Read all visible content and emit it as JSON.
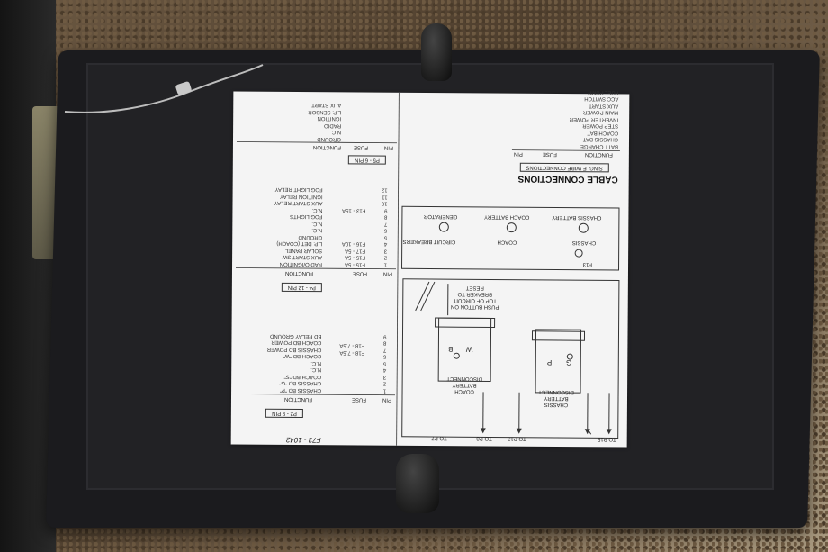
{
  "sheet": {
    "part_number": "F73 - 1042",
    "p2": {
      "title": "P2 - 9 PIN",
      "headers": {
        "pin": "PIN",
        "fuse": "FUSE",
        "function": "FUNCTION"
      },
      "pins": "1\n2\n3\n4\n5\n6\n7\n8\n9",
      "fuses": "F18 - 7.5A\nF18 - 7.5A",
      "functions": "CHASSIS BD \"P\"\nCHASSIS BD \"G\"\nCOACH BD \"S\"\nN.C.\nN.C.\nCOACH BD \"W\"\nCHASSIS BD POWER\nCOACH BD POWER\nBD RELAY GROUND"
    },
    "p4": {
      "title": "P4 - 12 PIN",
      "headers": {
        "pin": "PIN",
        "fuse": "FUSE",
        "function": "FUNCTION"
      },
      "pins": "1\n2\n3\n4\n5\n6\n7\n8\n9\n10\n11\n12",
      "fuses": "F15 - 5A\nF15 - 5A\nF17 - 5A\nF16 - 10A\n\n\n\n\nF13 - 15A",
      "functions": "RADIO/IGNITION\nAUX START SW\nSOLAR PANEL\nL.P. DET (COACH)\nGROUND\nN.C.\nN.C.\nFOG LIGHTS\nN.C.\nAUX START RELAY\nIGNITION RELAY\nFOG LIGHT RELAY"
    },
    "p5": {
      "title": "P5 - 6 PIN",
      "headers": {
        "pin": "PIN",
        "fuse": "FUSE",
        "function": "FUNCTION"
      },
      "functions": "GROUND\nN.C.\nRADIO\nIGNITION\nL.P. SENSOR\nAUX START"
    },
    "cable": {
      "title": "CABLE CONNECTIONS",
      "subtitle": "SINGLE WIRE CONNECTIONS",
      "headers": {
        "function": "FUNCTION",
        "fuse": "FUSE",
        "pin": "PIN"
      },
      "functions": "BATT CHARGE\nCHASSIS BAT\nCOACH BAT\nSTEP POWER\nINVERTER POWER\nMAIN POWER\nAUX START\nACC SWITCH\nFUEL PUMP"
    },
    "terminals": {
      "generator": "GENERATOR",
      "coach_battery": "COACH BATTERY",
      "coach": "COACH",
      "chassis_battery": "CHASSIS BATTERY",
      "chassis": "CHASSIS",
      "circuit_breakers": "CIRCUIT BREAKERS",
      "f13": "F13"
    },
    "diagram": {
      "reset_note": "PUSH BUTTON ON TOP OF CIRCUIT BREAKER TO RESET",
      "coach_disconnect": "COACH BATTERY DISCONNECT",
      "chassis_disconnect": "CHASSIS BATTERY DISCONNECT",
      "to_p7": "TO P7",
      "to_p8": "TO P8",
      "to_p13": "TO P13",
      "to_p15": "TO P15",
      "w": "W",
      "b": "B",
      "g": "G",
      "p": "P"
    }
  }
}
